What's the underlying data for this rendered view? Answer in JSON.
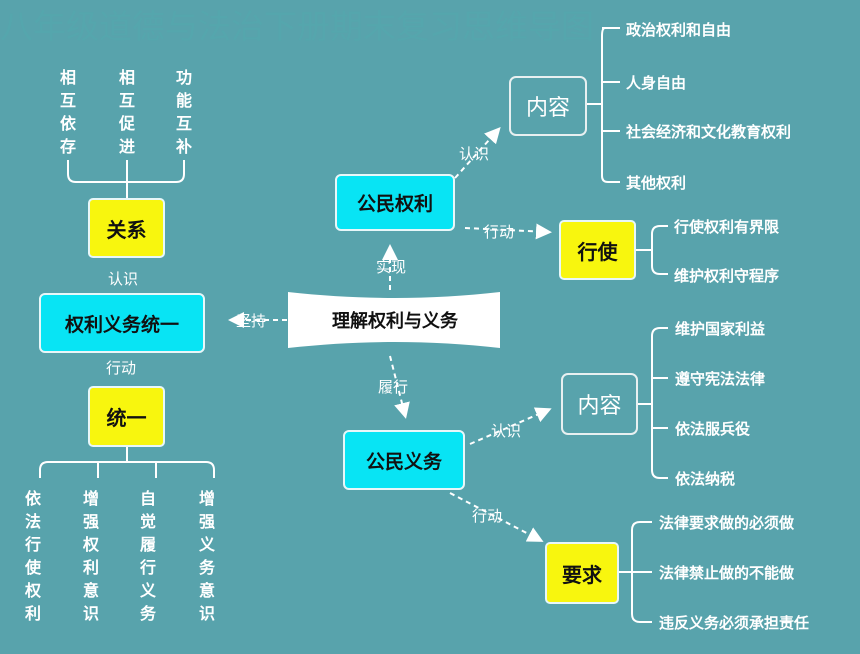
{
  "title": "八年级道德与法治下册期末复习思维导图",
  "center": "理解权利与义务",
  "citizen_rights": "公民权利",
  "citizen_duties": "公民义务",
  "rights_content_box": "内容",
  "rights_content_items": [
    "政治权利和自由",
    "人身自由",
    "社会经济和文化教育权利",
    "其他权利"
  ],
  "exercise_box": "行使",
  "exercise_items": [
    "行使权利有界限",
    "维护权利守程序"
  ],
  "duties_content_box": "内容",
  "duties_content_items": [
    "维护国家利益",
    "遵守宪法法律",
    "依法服兵役",
    "依法纳税"
  ],
  "requirement_box": "要求",
  "requirement_items": [
    "法律要求做的必须做",
    "法律禁止做的不能做",
    "违反义务必须承担责任"
  ],
  "unity_box": "权利义务统一",
  "relation_box": "关系",
  "relation_items": [
    "相互依存",
    "相互促进",
    "功能互补"
  ],
  "unify_box": "统一",
  "unify_items": [
    "依法行使权利",
    "增强权利意识",
    "自觉履行义务",
    "增强义务意识"
  ],
  "edge_labels": {
    "realize": "实现",
    "perform": "履行",
    "adhere": "坚持",
    "know_rights": "认识",
    "act_rights": "行动",
    "know_duties": "认识",
    "act_duties": "行动",
    "know_relation": "认识",
    "act_unify": "行动"
  },
  "colors": {
    "background": "#58a3ac",
    "cyan": "#08e4f4",
    "yellow": "#f8f60e"
  }
}
